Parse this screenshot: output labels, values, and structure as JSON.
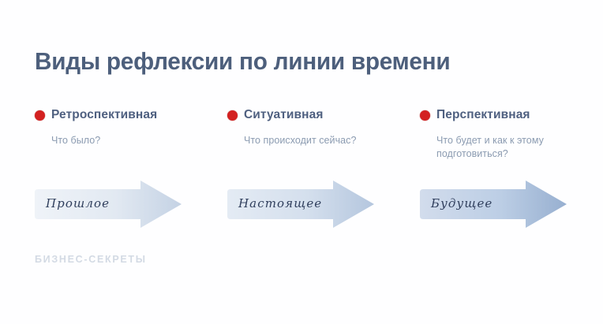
{
  "slide": {
    "background_color": "#fefeff",
    "title": "Виды рефлексии по линии времени",
    "title_color": "#4d5f7c",
    "watermark": "БИЗНЕС-СЕКРЕТЫ",
    "watermark_color": "#d3dae4",
    "bullet_color": "#d32121"
  },
  "columns": [
    {
      "id": "retrospective",
      "title": "Ретроспективная",
      "question": "Что было?",
      "arrow_label": "Прошлое",
      "arrow_fill_start": "#eef2f7",
      "arrow_fill_end": "#c6d3e4"
    },
    {
      "id": "situational",
      "title": "Ситуативная",
      "question": "Что происходит сейчас?",
      "arrow_label": "Настоящее",
      "arrow_fill_start": "#e2e9f3",
      "arrow_fill_end": "#b8c9df"
    },
    {
      "id": "perspective",
      "title": "Перспективная",
      "question": "Что будет и как к этому подготовиться?",
      "arrow_label": "Будущее",
      "arrow_fill_start": "#cfdaeb",
      "arrow_fill_end": "#9cb3d2"
    }
  ]
}
